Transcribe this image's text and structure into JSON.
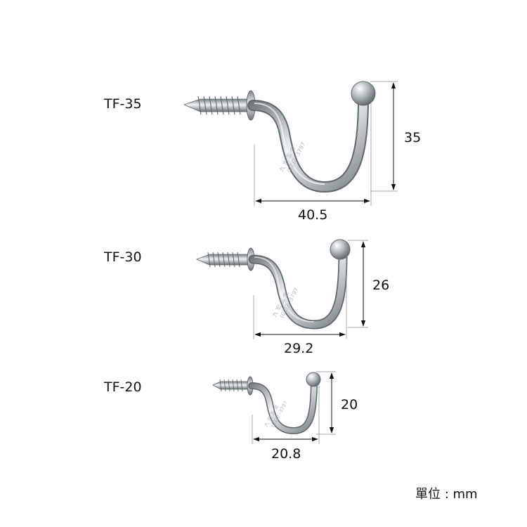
{
  "units_label": "單位 : mm",
  "watermark": {
    "line1": "九 宏 五 金",
    "line2": "(02)2  -3797"
  },
  "colors": {
    "metal_dark": "#6b7378",
    "metal_mid": "#a9b1b5",
    "metal_light": "#e9eef0",
    "text": "#111111"
  },
  "hooks": [
    {
      "model": "TF-35",
      "height_label": "35",
      "width_label": "40.5",
      "height_mm": 35,
      "width_mm": 40.5
    },
    {
      "model": "TF-30",
      "height_label": "26",
      "width_label": "29.2",
      "height_mm": 26,
      "width_mm": 29.2
    },
    {
      "model": "TF-20",
      "height_label": "20",
      "width_label": "20.8",
      "height_mm": 20,
      "width_mm": 20.8
    }
  ]
}
